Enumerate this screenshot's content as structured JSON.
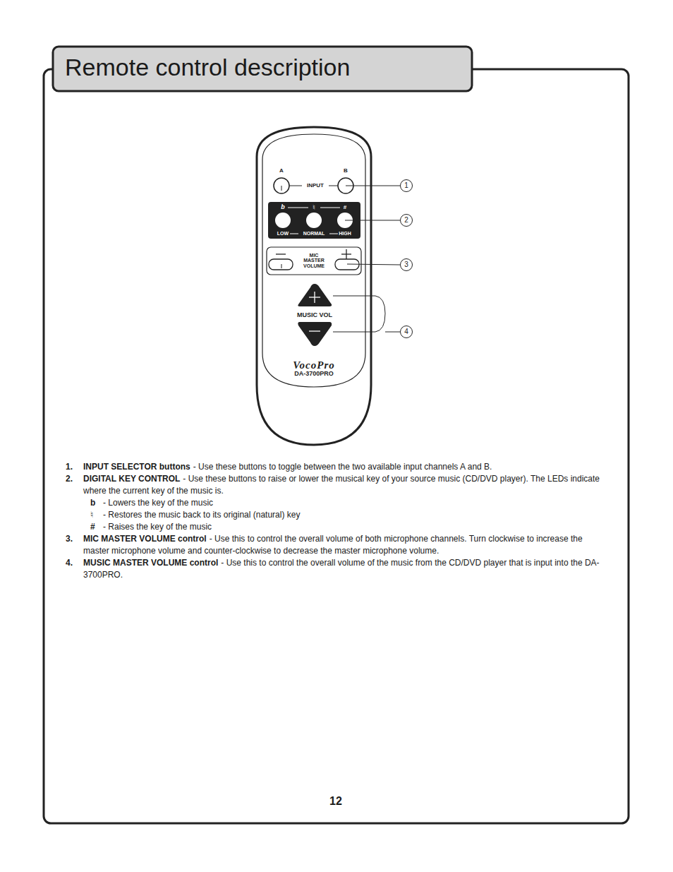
{
  "diagram": {
    "title": "Remote control description",
    "labels": [
      "A",
      "B",
      "INPUT",
      "b",
      "♮",
      "#",
      "LOW",
      "NORMAL",
      "HIGH",
      "MIC MASTER VOLUME",
      "MUSIC VOL",
      "VocoPro",
      "DA-3700PRO",
      "1",
      "2",
      "3",
      "4",
      "1.",
      "INPUT SELECTOR buttons",
      "- Use these buttons to toggle between the two available input channels A and B.",
      "2.",
      "DIGITAL KEY CONTROL",
      "- Use these buttons to raise or lower the musical key of your source music (CD/DVD player). The LEDs indicate where the current key of the music is.",
      "b",
      "- Lowers the key of the music",
      "♮",
      "- Restores the music back to its original (natural) key",
      "#",
      "- Raises the key of the music",
      "3.",
      "MIC MASTER VOLUME control",
      "- Use this to control the overall volume of both microphone channels. Turn clockwise to increase the master microphone volume and counter-clockwise to decrease the master microphone volume.",
      "4.",
      "MUSIC MASTER VOLUME control",
      "- Use this to control the overall volume of the music from the CD/DVD player that is input into the DA-3700PRO.",
      "12"
    ]
  }
}
